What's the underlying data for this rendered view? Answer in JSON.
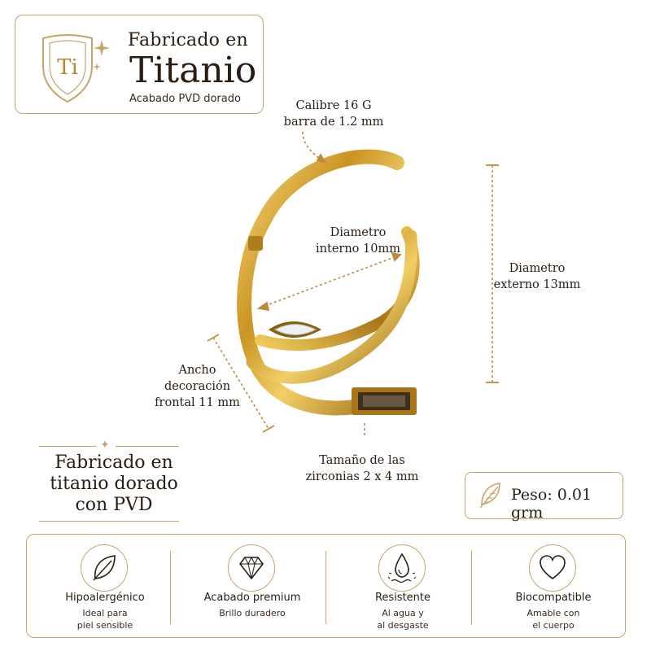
{
  "badge": {
    "icon_text": "Ti",
    "line1": "Fabricado en",
    "line2": "Titanio",
    "line3": "Acabado PVD dorado"
  },
  "annotations": {
    "calibre_1": "Calibre 16 G",
    "calibre_2": "barra de 1.2 mm",
    "interno_1": "Diametro",
    "interno_2": "interno 10mm",
    "externo_1": "Diametro",
    "externo_2": "externo 13mm",
    "ancho_1": "Ancho",
    "ancho_2": "decoración",
    "ancho_3": "frontal 11 mm",
    "zirc_1": "Tamaño de las",
    "zirc_2": "zirconias 2 x 4 mm"
  },
  "summary": {
    "line1": "Fabricado en",
    "line2": "titanio dorado",
    "line3": "con PVD"
  },
  "weight": {
    "label": "Peso: 0.01 grm",
    "icon": "feather-icon"
  },
  "features": [
    {
      "icon": "leaf-icon",
      "title": "Hipoalergénico",
      "sub": "Ideal para\npiel sensible"
    },
    {
      "icon": "diamond-icon",
      "title": "Acabado premium",
      "sub": "Brillo duradero"
    },
    {
      "icon": "water-drop-icon",
      "title": "Resistente",
      "sub": "Al agua y\nal desgaste"
    },
    {
      "icon": "heart-icon",
      "title": "Biocompatible",
      "sub": "Amable con\nel cuerpo"
    }
  ],
  "colors": {
    "gold": "#c9a46a",
    "gold_dark": "#b4862e",
    "text": "#2a1c12"
  }
}
